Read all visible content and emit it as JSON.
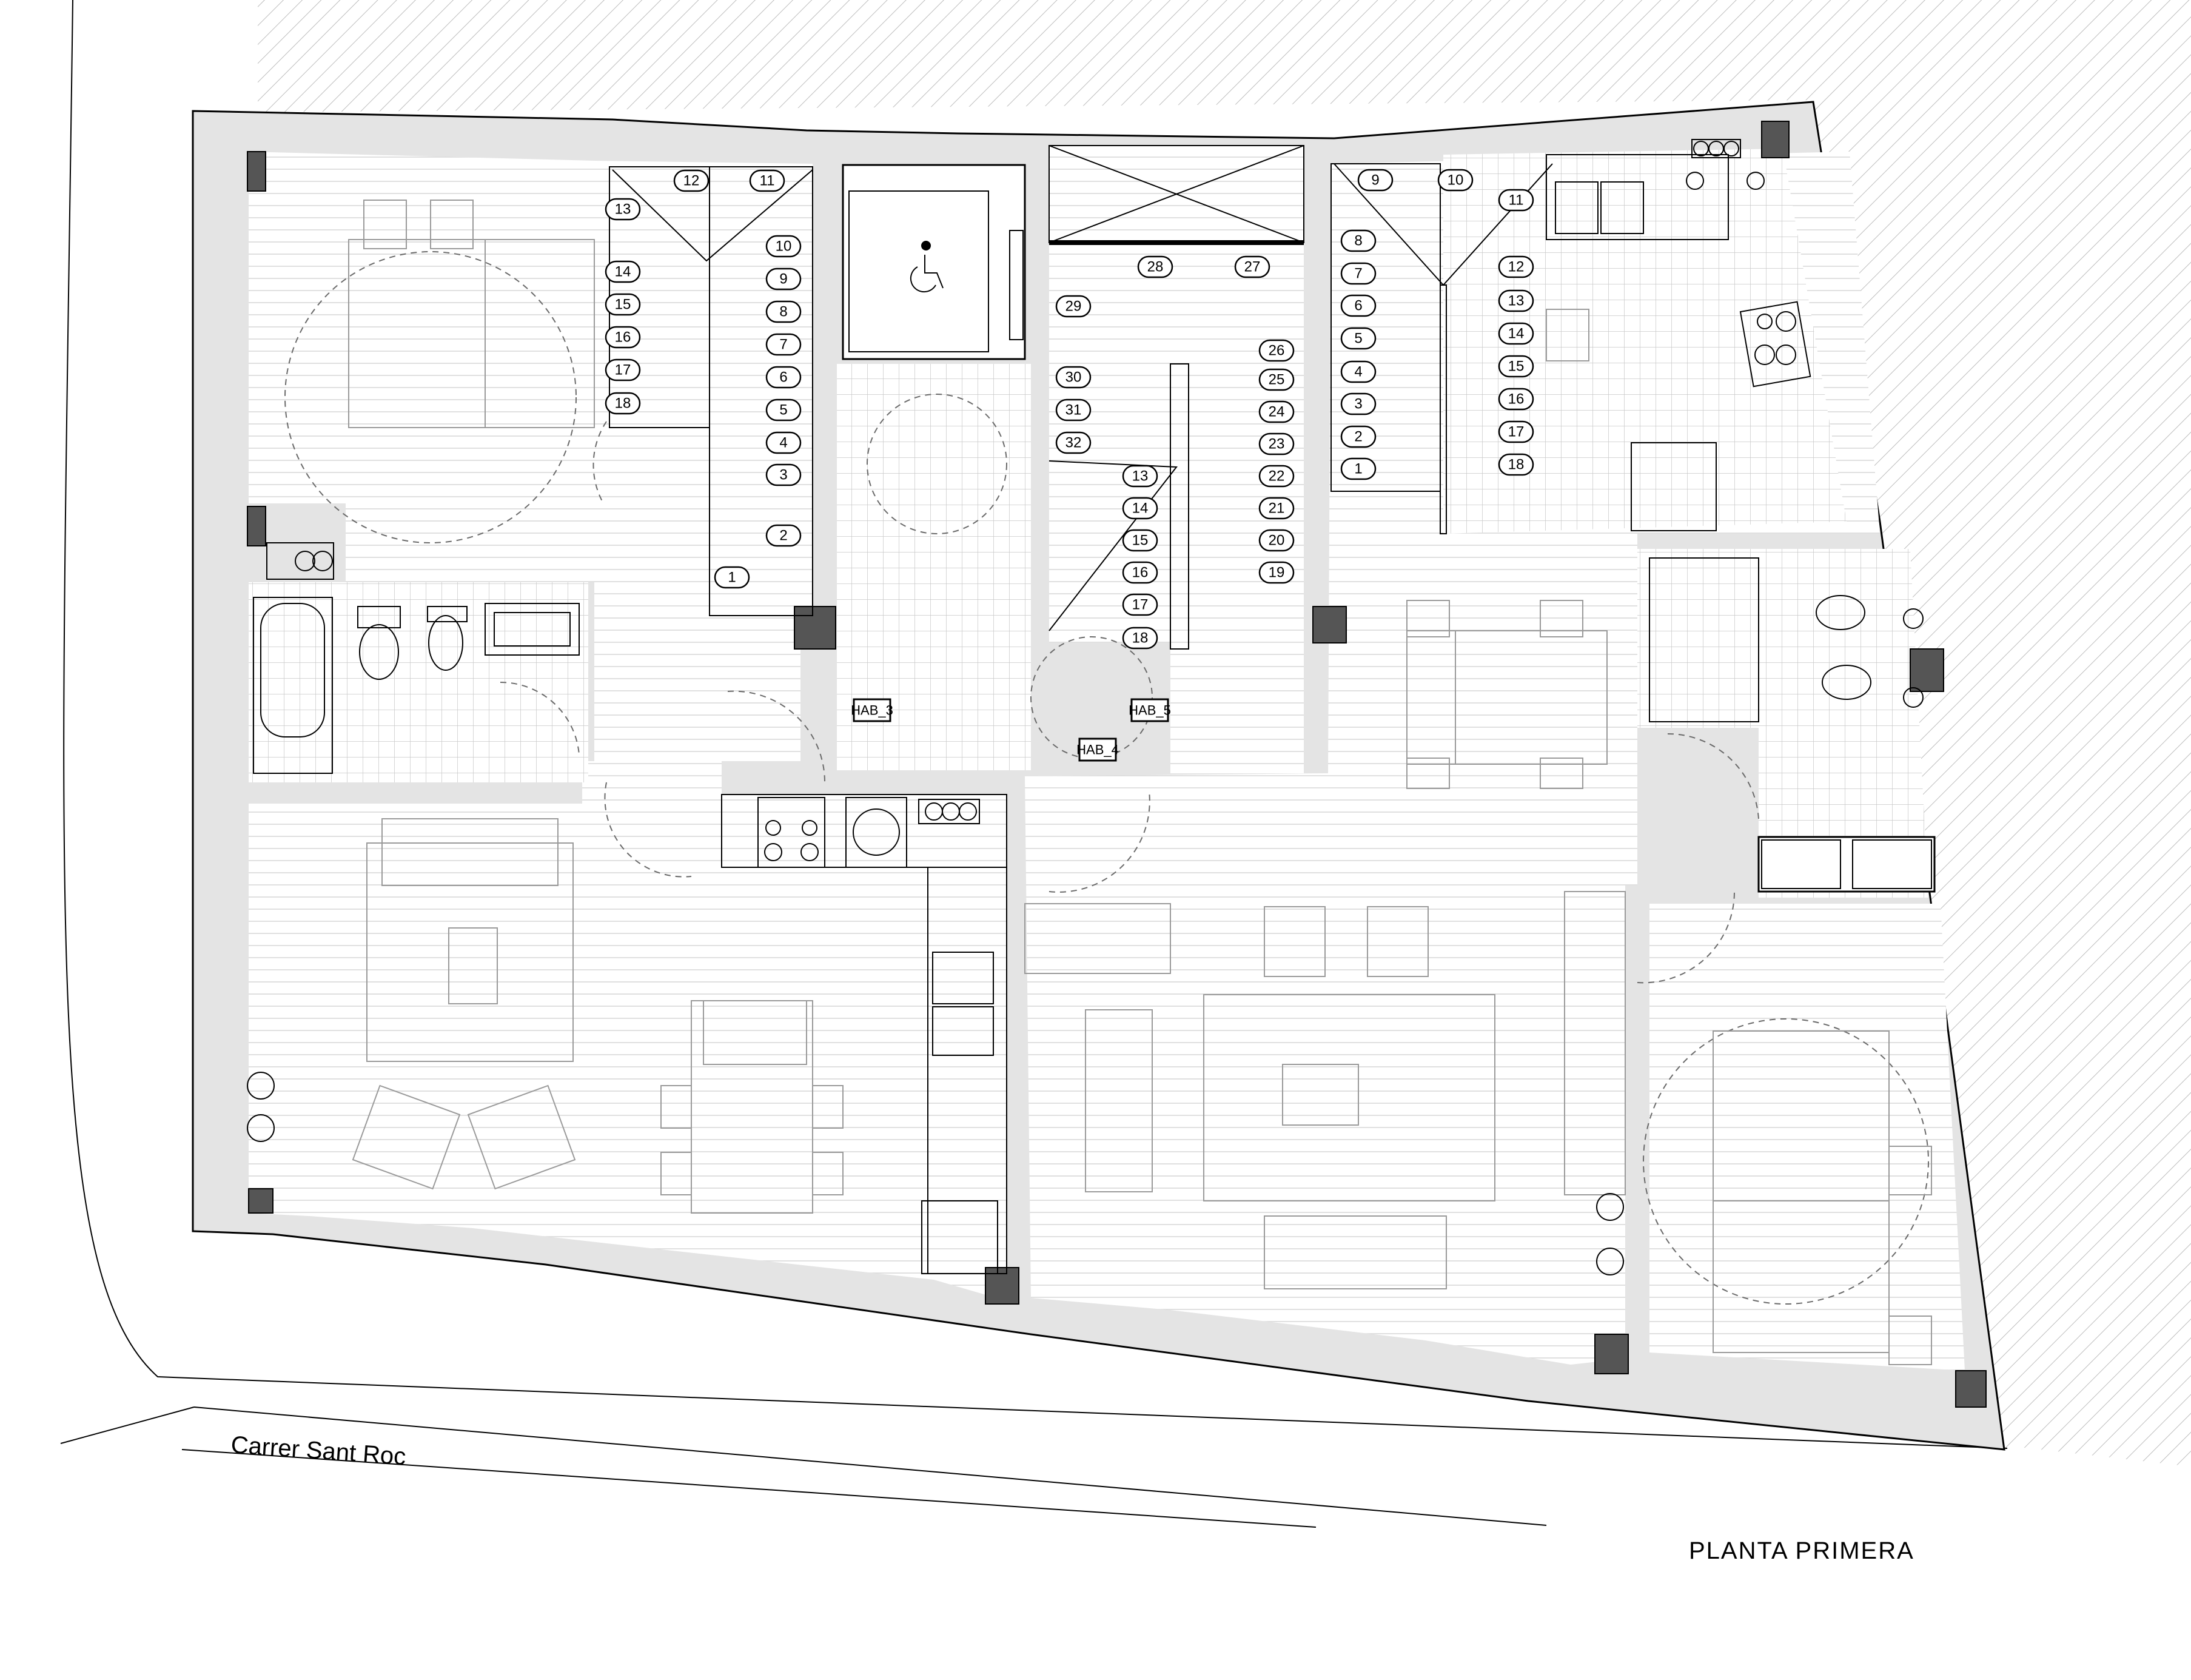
{
  "labels": {
    "street": "Carrer Sant  Roc",
    "plan_title": "PLANTA  PRIMERA"
  },
  "rooms": {
    "hab_3": "HAB_3",
    "hab_4": "HAB_4",
    "hab_5": "HAB_5"
  },
  "stairs": {
    "left": [
      "1",
      "2",
      "3",
      "4",
      "5",
      "6",
      "7",
      "8",
      "9",
      "10",
      "11",
      "12",
      "13",
      "14",
      "15",
      "16",
      "17",
      "18"
    ],
    "middle": [
      "13",
      "14",
      "15",
      "16",
      "17",
      "18",
      "19",
      "20",
      "21",
      "22",
      "23",
      "24",
      "25",
      "26",
      "27",
      "28",
      "29",
      "30",
      "31",
      "32"
    ],
    "right": [
      "1",
      "2",
      "3",
      "4",
      "5",
      "6",
      "7",
      "8",
      "9",
      "10",
      "11",
      "12",
      "13",
      "14",
      "15",
      "16",
      "17",
      "18"
    ]
  },
  "icons": {
    "accessibility": "wheelchair-icon"
  }
}
